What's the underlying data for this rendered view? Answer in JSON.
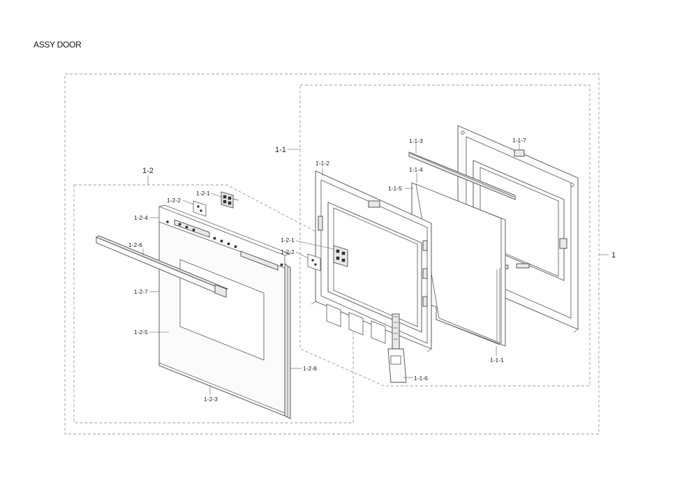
{
  "header": {
    "title": "ASSY DOOR"
  },
  "labels": {
    "assy": "1",
    "l_1_1": "1-1",
    "l_1_2": "1-2",
    "l_1_1_1": "1-1-1",
    "l_1_1_2": "1-1-2",
    "l_1_1_3": "1-1-3",
    "l_1_1_4": "1-1-4",
    "l_1_1_5": "1-1-5",
    "l_1_1_6": "1-1-6",
    "l_1_1_7": "1-1-7",
    "l_1_2_1_a": "1-2-1",
    "l_1_2_2_a": "1-2-2",
    "l_1_2_1_b": "1-2-1",
    "l_1_2_2_b": "1-2-2",
    "l_1_2_3": "1-2-3",
    "l_1_2_4": "1-2-4",
    "l_1_2_5": "1-2-5",
    "l_1_2_6": "1-2-6",
    "l_1_2_7": "1-2-7",
    "l_1_2_8": "1-2-8"
  }
}
